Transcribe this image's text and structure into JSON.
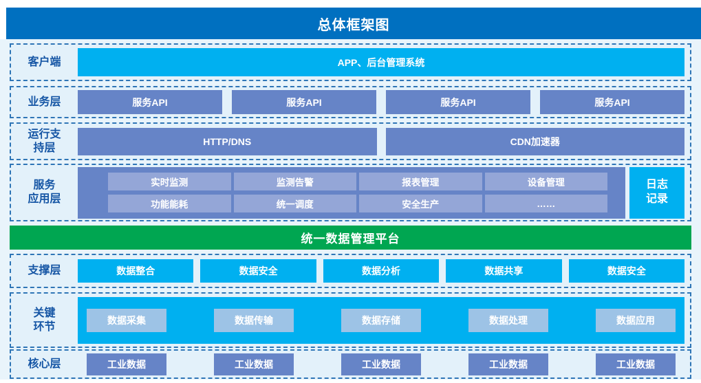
{
  "title": "总体框架图",
  "colors": {
    "title_bar": "#0070C0",
    "panel_bg": "#E9F4FB",
    "layer_bg": "#E3F1FA",
    "dash_border": "#2E75B6",
    "label_text": "#1656A5",
    "slate_box": "#6684C7",
    "slate_inner_box": "#94A6D7",
    "cyan_box": "#00B0F0",
    "key_inner_box": "#9DC3E6",
    "green_bar": "#00A651"
  },
  "layers": {
    "client": {
      "label": "客户端",
      "bar": "APP、后台管理系统"
    },
    "business": {
      "label": "业务层",
      "boxes": [
        "服务API",
        "服务API",
        "服务API",
        "服务API"
      ]
    },
    "runtime": {
      "label": "运行支\n持层",
      "boxes": [
        "HTTP/DNS",
        "CDN加速器"
      ]
    },
    "service_app": {
      "label": "服务\n应用层",
      "row1": [
        "实时监测",
        "监测告警",
        "报表管理",
        "设备管理"
      ],
      "row2": [
        "功能能耗",
        "统一调度",
        "安全生产",
        "……"
      ],
      "side_box": "日志\n记录"
    },
    "platform_bar": "统一数据管理平台",
    "support": {
      "label": "支撑层",
      "boxes": [
        "数据整合",
        "数据安全",
        "数据分析",
        "数据共享",
        "数据安全"
      ]
    },
    "key_links": {
      "label": "关键\n环节",
      "boxes": [
        "数据采集",
        "数据传输",
        "数据存储",
        "数据处理",
        "数据应用"
      ]
    },
    "core": {
      "label": "核心层",
      "boxes": [
        "工业数据",
        "工业数据",
        "工业数据",
        "工业数据",
        "工业数据"
      ]
    }
  }
}
